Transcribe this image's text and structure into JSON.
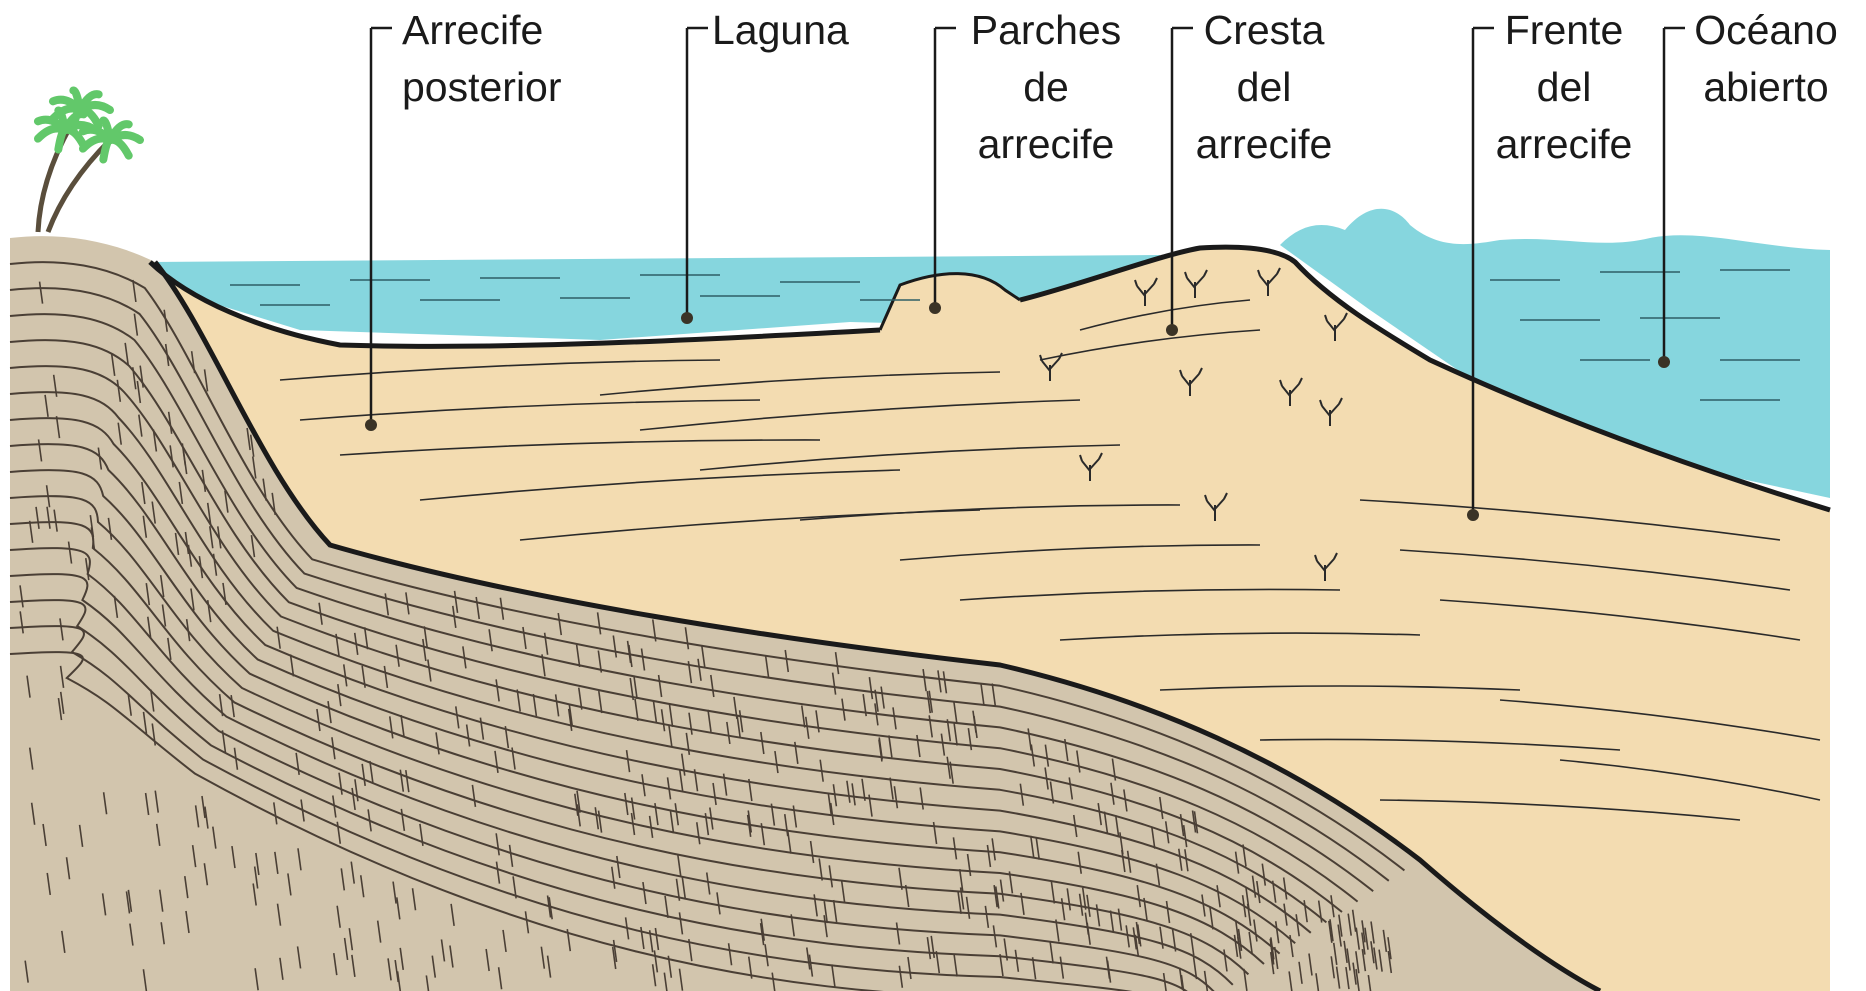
{
  "diagram": {
    "colors": {
      "ocean": "#86d6de",
      "ocean_dark": "#63c3cf",
      "sand": "#f3dcb1",
      "sand_dark": "#e8c894",
      "rock": "#d2c5ad",
      "rock_line": "#4a3f35",
      "palm": "#62c86a",
      "outline": "#1a1a1a"
    },
    "labels": [
      {
        "id": "arrecife-posterior",
        "lines": [
          "Arrecife",
          "posterior"
        ]
      },
      {
        "id": "laguna",
        "lines": [
          "Laguna"
        ]
      },
      {
        "id": "parches-de-arrecife",
        "lines": [
          "Parches",
          "de",
          "arrecife"
        ]
      },
      {
        "id": "cresta-del-arrecife",
        "lines": [
          "Cresta",
          "del",
          "arrecife"
        ]
      },
      {
        "id": "frente-del-arrecife",
        "lines": [
          "Frente",
          "del",
          "arrecife"
        ]
      },
      {
        "id": "oceano-abierto",
        "lines": [
          "Océano",
          "abierto"
        ]
      }
    ]
  }
}
